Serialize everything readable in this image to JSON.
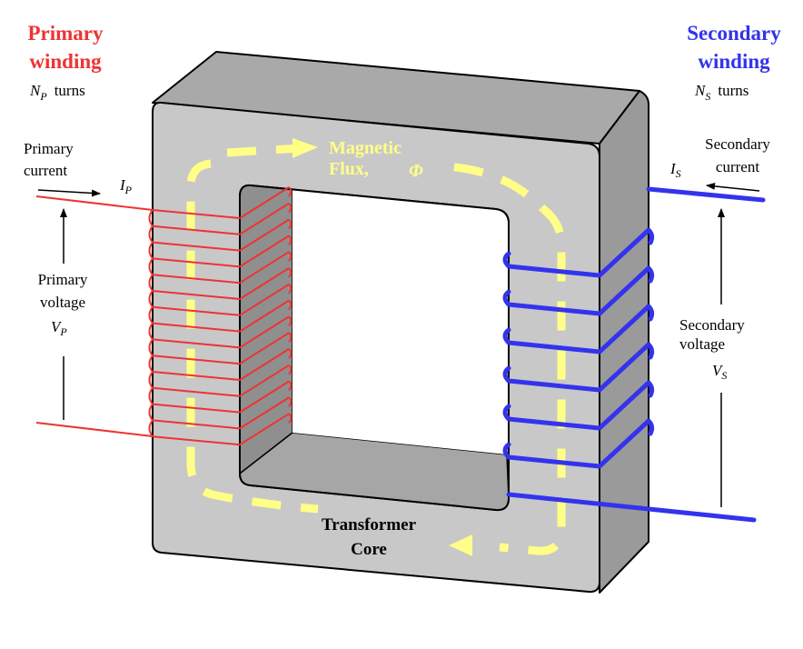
{
  "primary": {
    "title_line1": "Primary",
    "title_line2": "winding",
    "turns_symbol": "N",
    "turns_sub": "P",
    "turns_word": "turns",
    "current_line1": "Primary",
    "current_line2": "current",
    "current_symbol": "I",
    "current_sub": "P",
    "voltage_line1": "Primary",
    "voltage_line2": "voltage",
    "voltage_symbol": "V",
    "voltage_sub": "P",
    "color": "#ee3333"
  },
  "secondary": {
    "title_line1": "Secondary",
    "title_line2": "winding",
    "turns_symbol": "N",
    "turns_sub": "S",
    "turns_word": "turns",
    "current_line1": "Secondary",
    "current_line2": "current",
    "current_symbol": "I",
    "current_sub": "S",
    "voltage_line1": "Secondary",
    "voltage_line2": "voltage",
    "voltage_symbol": "V",
    "voltage_sub": "S",
    "color": "#3333ee"
  },
  "flux": {
    "line1": "Magnetic",
    "line2": "Flux,",
    "symbol": "Φ",
    "color": "#ffff88"
  },
  "core": {
    "line1": "Transformer",
    "line2": "Core",
    "face_color": "#c8c8c8",
    "top_color": "#a9a9a9",
    "side_color": "#9a9a9a"
  },
  "icons": [
    "flux-arrow-icon",
    "current-arrow-icon",
    "voltage-arrow-icon"
  ]
}
